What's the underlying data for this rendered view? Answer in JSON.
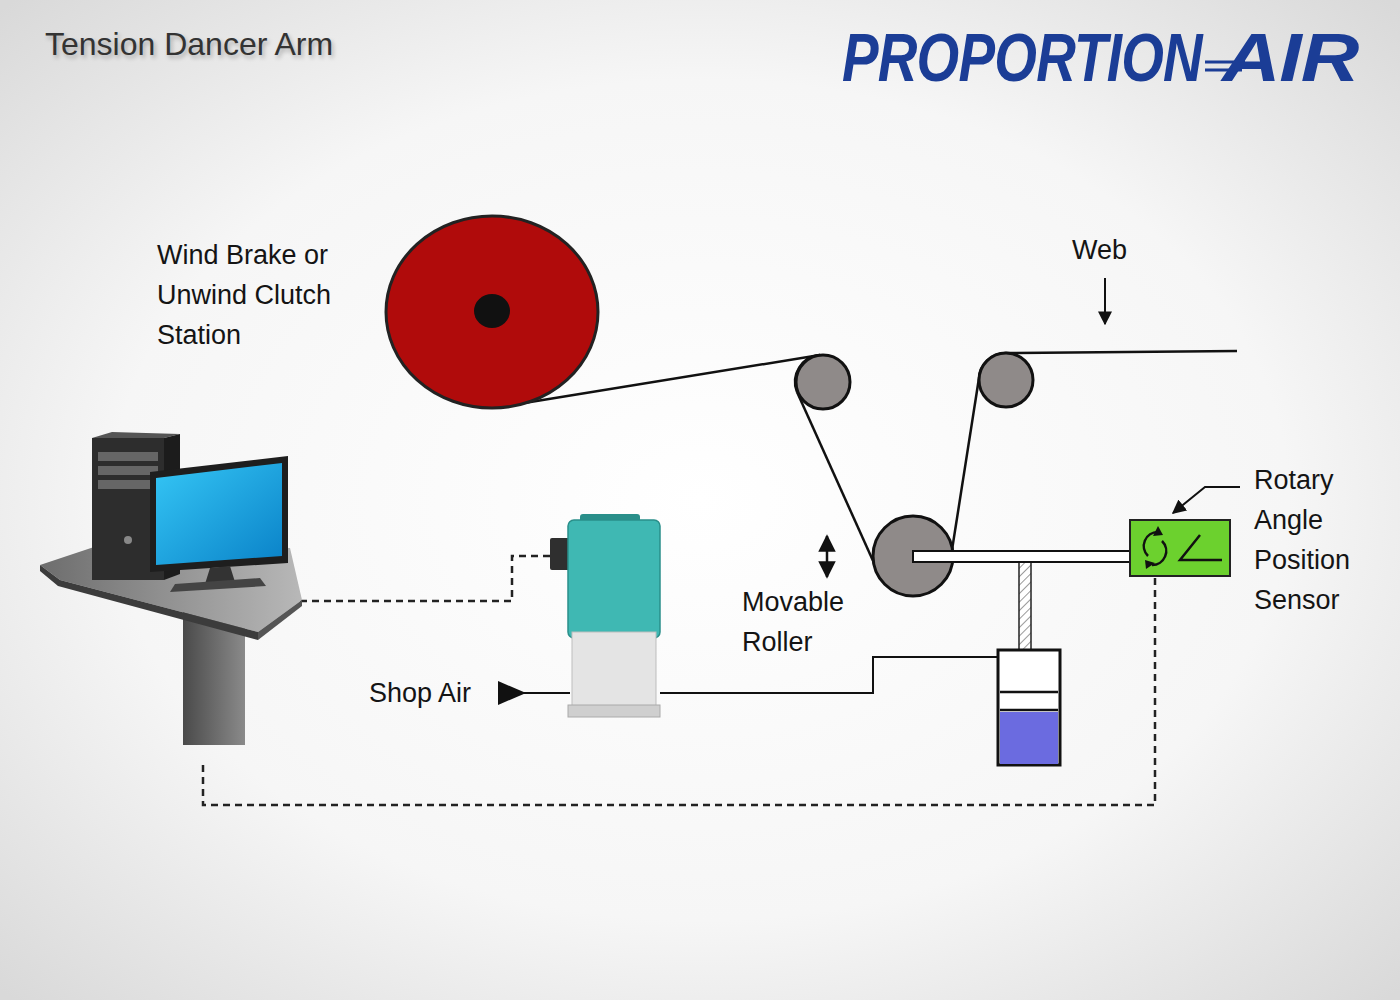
{
  "diagram": {
    "title": "Tension Dancer Arm",
    "labels": [
      "PROPORTION",
      "AIR",
      "Wind Brake or Unwind Clutch Station",
      "Web",
      "Movable Roller",
      "Shop Air",
      "Rotary Angle Position Sensor"
    ]
  }
}
